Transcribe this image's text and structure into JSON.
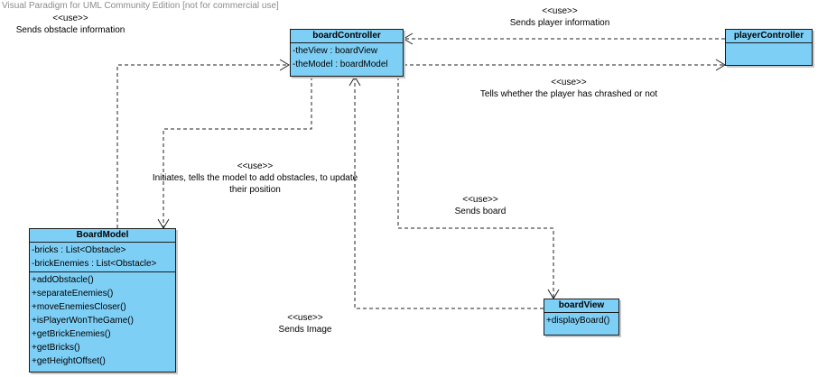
{
  "watermark": "Visual Paradigm for UML Community Edition [not for commercial use]",
  "classes": {
    "boardController": {
      "name": "boardController",
      "attributes": [
        "-theView : boardView",
        "-theModel : boardModel"
      ]
    },
    "playerController": {
      "name": "playerController",
      "attributes": []
    },
    "boardModel": {
      "name": "BoardModel",
      "attributes": [
        "-bricks : List<Obstacle>",
        "-brickEnemies : List<Obstacle>"
      ],
      "operations": [
        "+addObstacle()",
        "+separateEnemies()",
        "+moveEnemiesCloser()",
        "+isPlayerWonTheGame()",
        "+getBrickEnemies()",
        "+getBricks()",
        "+getHeightOffset()"
      ]
    },
    "boardView": {
      "name": "boardView",
      "operations": [
        "+displayBoard()"
      ]
    }
  },
  "relations": {
    "obstacle_info": {
      "stereotype": "<<use>>",
      "text": "Sends obstacle information"
    },
    "player_info": {
      "stereotype": "<<use>>",
      "text": "Sends player information"
    },
    "crashed": {
      "stereotype": "<<use>>",
      "text": "Tells whether the player has chrashed or not"
    },
    "initiates": {
      "stereotype": "<<use>>",
      "line1": "Initiates, tells the model to add obstacles, to update",
      "line2": "their position"
    },
    "sends_board": {
      "stereotype": "<<use>>",
      "text": "Sends board"
    },
    "sends_image": {
      "stereotype": "<<use>>",
      "text": "Sends Image"
    }
  }
}
